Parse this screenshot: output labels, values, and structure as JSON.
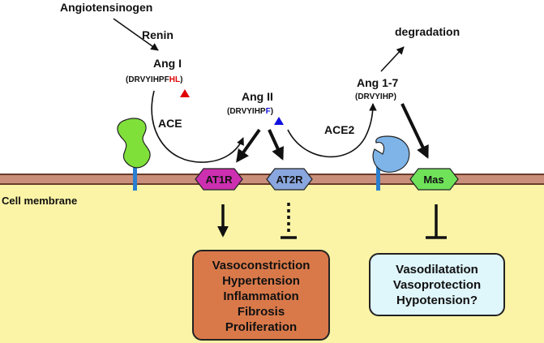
{
  "molecules": {
    "angiotensinogen": "Angiotensinogen",
    "renin": "Renin",
    "ang1": {
      "name": "Ang I",
      "open": "(DRVYIHPF",
      "highlight": "HL",
      "close": ")"
    },
    "ace": "ACE",
    "ang2": {
      "name": "Ang II",
      "open": "(DRVYIHP",
      "highlight": "F",
      "close": ")"
    },
    "ace2": "ACE2",
    "ang17": {
      "name": "Ang 1-7",
      "seq": "(DRVYIHP)"
    },
    "degradation": "degradation"
  },
  "membrane_label": "Cell membrane",
  "receptors": {
    "at1r": "AT1R",
    "at2r": "AT2R",
    "mas": "Mas"
  },
  "effects_at1r": [
    "Vasoconstriction",
    "Hypertension",
    "Inflammation",
    "Fibrosis",
    "Proliferation"
  ],
  "effects_mas": [
    "Vasodilatation",
    "Vasoprotection",
    "Hypotension?"
  ],
  "colors": {
    "membrane_band": "#c98f7a",
    "membrane_line": "#6b3a2a",
    "cytoplasm": "#fbf4a6",
    "enzyme_green": "#7fe03a",
    "enzyme_blue": "#7eb4e8",
    "at1r": "#cc2fb0",
    "at2r": "#8aa6de",
    "mas": "#6fe25a",
    "highlight_red": "#e00000",
    "highlight_blue": "#1010e0",
    "effect_box_orange": "#d9794a",
    "effect_box_blue": "#dff6fb"
  }
}
